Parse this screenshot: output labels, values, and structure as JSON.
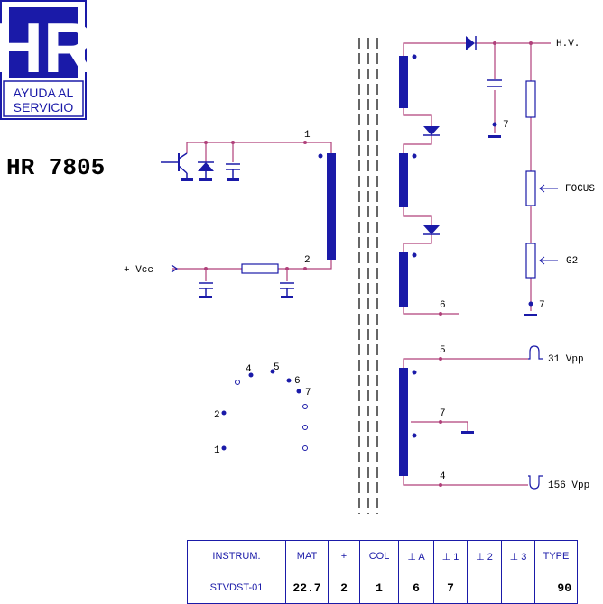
{
  "logo": {
    "mark": "HR",
    "line1": "AYUDA AL",
    "line2": "SERVICIO"
  },
  "model": "HR 7805",
  "colors": {
    "ink": "#1a1aa8",
    "wire": "#b0407a",
    "text": "#000000"
  },
  "labels": {
    "hv": "H.V.",
    "focus": "FOCUS",
    "g2": "G2",
    "vcc": "+ Vcc",
    "p1": "1",
    "p2": "2",
    "p4": "4",
    "p5": "5",
    "p6": "6",
    "p7a": "7",
    "p7b": "7",
    "p7c": "7",
    "pulse_pos": "31 Vpp",
    "pulse_neg": "156 Vpp"
  },
  "pinout": {
    "l1": "1",
    "l2": "2",
    "l4": "4",
    "l5": "5",
    "l6": "6",
    "l7": "7"
  },
  "table": {
    "headers": [
      "INSTRUM.",
      "MAT",
      "+",
      "COL",
      "⊥ A",
      "⊥ 1",
      "⊥ 2",
      "⊥ 3",
      "TYPE"
    ],
    "values": [
      "STVDST-01",
      "22.7",
      "2",
      "1",
      "6",
      "7",
      "",
      "",
      "90"
    ]
  }
}
